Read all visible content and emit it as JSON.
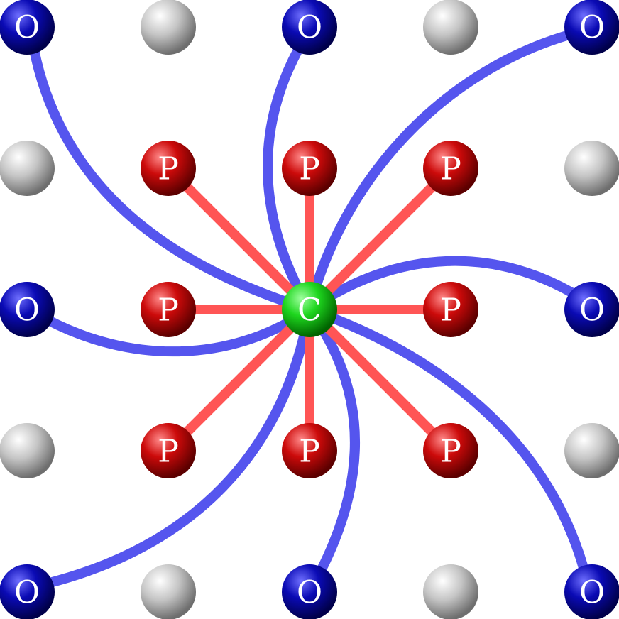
{
  "diagram": {
    "center": {
      "label": "C",
      "color": "#00c400"
    },
    "inner_nodes": {
      "label": "P",
      "color": "#c00000",
      "count": 8,
      "link_color": "#ff5555"
    },
    "outer_nodes": {
      "label": "O",
      "color": "#0000a8",
      "count": 8,
      "link_color": "#5555ee"
    },
    "filler_nodes": {
      "color": "#a8a8a8",
      "count": 8
    }
  }
}
